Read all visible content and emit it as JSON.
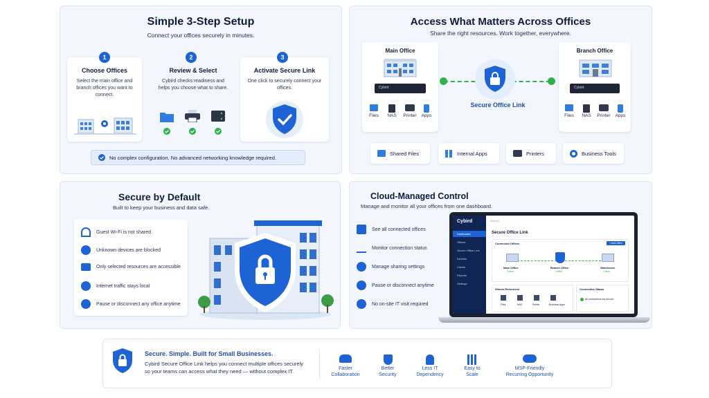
{
  "setup": {
    "title": "Simple 3-Step Setup",
    "subtitle": "Connect your offices securely in minutes.",
    "steps": [
      {
        "num": "1",
        "title": "Choose Offices",
        "desc": "Select the main office and branch offices you want to connect."
      },
      {
        "num": "2",
        "title": "Review & Select",
        "desc": "Cybird checks readiness and helps you choose what to share."
      },
      {
        "num": "3",
        "title": "Activate Secure Link",
        "desc": "One click to securely connect your offices."
      }
    ],
    "note": "No complex configuration. No advanced networking knowledge required."
  },
  "access": {
    "title": "Access What Matters Across Offices",
    "subtitle": "Share the right resources. Work together, everywhere.",
    "main_office": "Main Office",
    "branch_office": "Branch Office",
    "link_label": "Secure Office Link",
    "device_brand": "Cybird",
    "resources": [
      "Files",
      "NAS",
      "Printer",
      "Apps"
    ],
    "chips": [
      "Shared Files",
      "Internal Apps",
      "Printers",
      "Business Tools"
    ]
  },
  "secure": {
    "title": "Secure by Default",
    "subtitle": "Built to keep your business and data safe.",
    "items": [
      "Guest Wi-Fi is not shared",
      "Unknown devices are blocked",
      "Only selected resources are accessible",
      "Internet traffic stays local",
      "Pause or disconnect any office anytime"
    ]
  },
  "cloud": {
    "title": "Cloud-Managed Control",
    "subtitle": "Manage and monitor all your offices from one dashboard.",
    "items": [
      "See all connected offices",
      "Monitor connection status",
      "Manage sharing settings",
      "Pause or disconnect anytime",
      "No on-site IT visit required"
    ],
    "dashboard": {
      "brand": "Cybird",
      "nav": [
        "Dashboard",
        "Offices",
        "Secure Office Link",
        "Devices",
        "Clients",
        "Reports",
        "Settings"
      ],
      "search": "Search",
      "page_title": "Secure Office Link",
      "connected_label": "Connected Offices",
      "add_button": "+ Add Office",
      "offices": [
        {
          "name": "Main Office",
          "status": "Online"
        },
        {
          "name": "Branch Office",
          "status": "Online"
        },
        {
          "name": "Warehouse",
          "status": "Online"
        }
      ],
      "shared_label": "Shared Resources",
      "shared": [
        "Files",
        "NAS",
        "Printer",
        "Business Apps"
      ],
      "status_label": "Connection Status",
      "status_text": "All connections are secure"
    }
  },
  "footer": {
    "title": "Secure. Simple. Built for Small Businesses.",
    "desc1": "Cybird Secure Office Link helps you connect multiple offices securely",
    "desc2": "so your teams can access what they need — without complex IT.",
    "benefits": [
      {
        "l1": "Faster",
        "l2": "Collaboration"
      },
      {
        "l1": "Better",
        "l2": "Security"
      },
      {
        "l1": "Less IT",
        "l2": "Dependency"
      },
      {
        "l1": "Easy to",
        "l2": "Scale"
      },
      {
        "l1": "MSP-Friendly",
        "l2": "Recurring Opportunity"
      }
    ]
  },
  "colors": {
    "accent": "#1e63d6",
    "green": "#2fb14a",
    "panel": "#f3f7fd"
  }
}
